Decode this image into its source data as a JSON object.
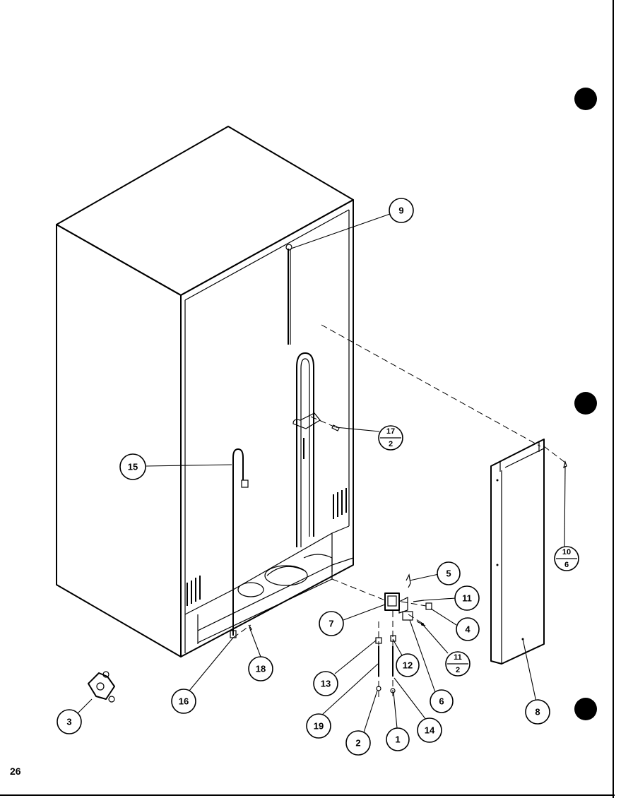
{
  "page_number": "26",
  "callouts": {
    "c1": "1",
    "c2": "2",
    "c3": "3",
    "c4": "4",
    "c5": "5",
    "c6": "6",
    "c7": "7",
    "c8": "8",
    "c9": "9",
    "c10_6_top": "10",
    "c10_6_bottom": "6",
    "c11": "11",
    "c11_2_top": "11",
    "c11_2_bottom": "2",
    "c12": "12",
    "c13": "13",
    "c14": "14",
    "c15": "15",
    "c16": "16",
    "c17_2_top": "17",
    "c17_2_bottom": "2",
    "c18": "18",
    "c19": "19"
  }
}
